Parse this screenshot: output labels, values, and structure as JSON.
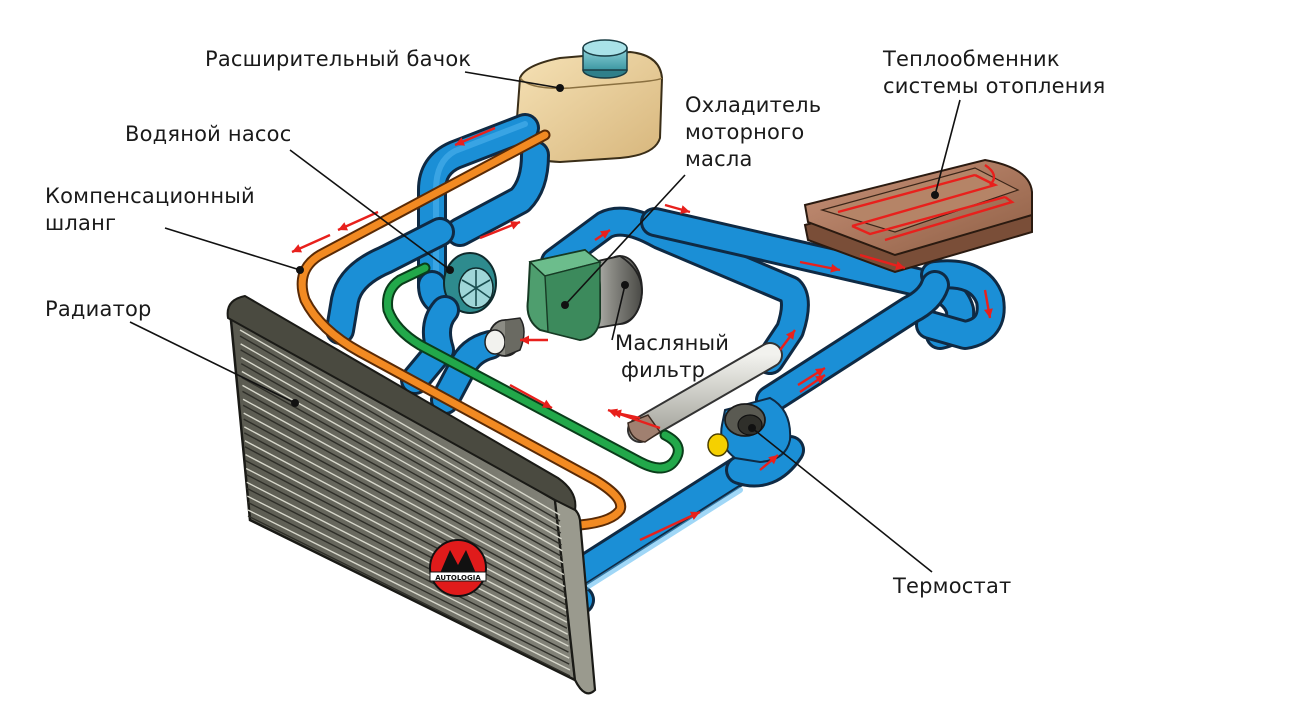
{
  "labels": {
    "expansion_tank": "Расширительный бачок",
    "heater_core_1": "Теплообменник",
    "heater_core_2": "системы отопления",
    "water_pump": "Водяной насос",
    "oil_cooler_1": "Охладитель",
    "oil_cooler_2": "моторного",
    "oil_cooler_3": "масла",
    "bypass_hose_1": "Компенсационный",
    "bypass_hose_2": "шланг",
    "radiator": "Радиатор",
    "oil_filter_1": "Масляный",
    "oil_filter_2": "фильтр",
    "thermostat": "Термостат"
  },
  "logo": {
    "text": "AUTOLOGIA",
    "name": "logo-emblem"
  },
  "colors": {
    "coolant_pipe": "#1b8fd6",
    "bypass_hose": "#f28a22",
    "oil_line": "#22a84a",
    "flow_arrow": "#e8201c",
    "radiator": "#6e6e62",
    "expansion_tank": "#ecd09a",
    "tank_cap": "#5fb3bd",
    "heater_core": "#b07a5a",
    "oil_cooler": "#4e9e6e",
    "thermostat_valve": "#f5d000"
  }
}
